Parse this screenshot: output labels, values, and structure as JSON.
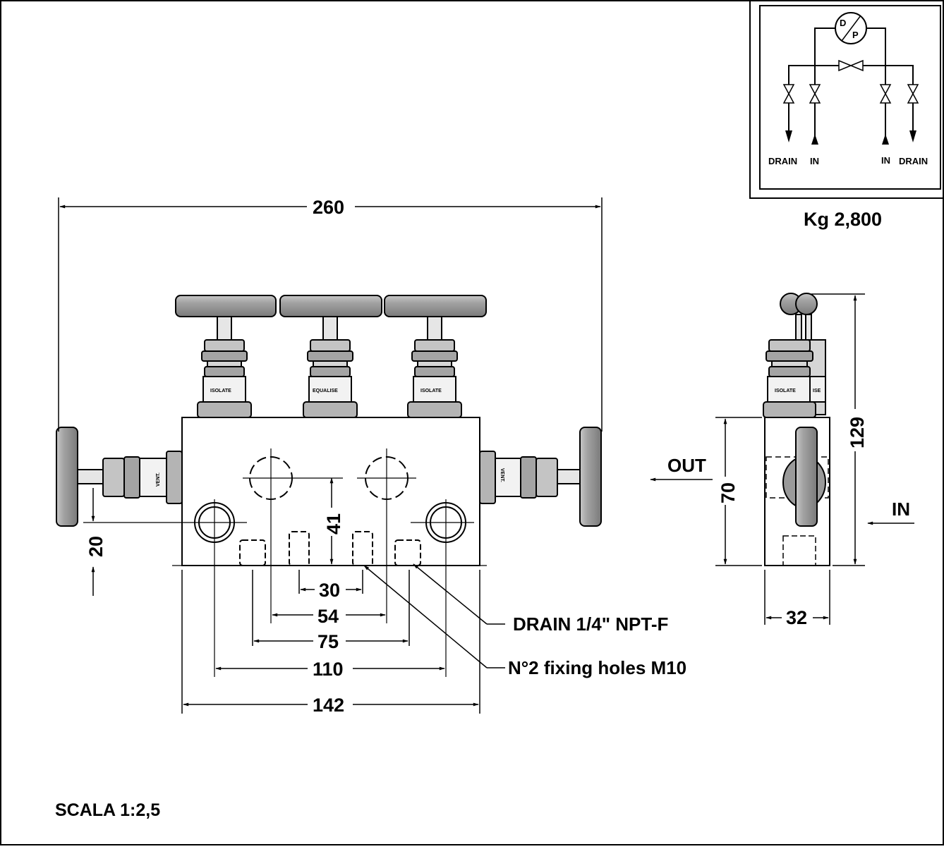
{
  "schematic": {
    "dp_top": "D",
    "dp_bottom": "P",
    "labels": [
      "DRAIN",
      "IN",
      "IN",
      "DRAIN"
    ]
  },
  "weight": "Kg 2,800",
  "dimensions": {
    "overall_width": "260",
    "height": "129",
    "body_height": "70",
    "offset_20": "20",
    "h41": "41",
    "d30": "30",
    "d54": "54",
    "d75": "75",
    "d110": "110",
    "d142": "142",
    "depth": "32"
  },
  "valve_tags": {
    "isolate_left": "ISOLATE",
    "equalise": "EQUALISE",
    "isolate_right": "ISOLATE",
    "vent_left": "VENT.",
    "vent_right": "VENT.",
    "side_isolate": "ISOLATE",
    "side_partial": "ISE"
  },
  "flow": {
    "out": "OUT",
    "in": "IN"
  },
  "callouts": {
    "drain": "DRAIN 1/4\" NPT-F",
    "fixing": "N°2 fixing holes M10"
  },
  "scale": "SCALA 1:2,5"
}
